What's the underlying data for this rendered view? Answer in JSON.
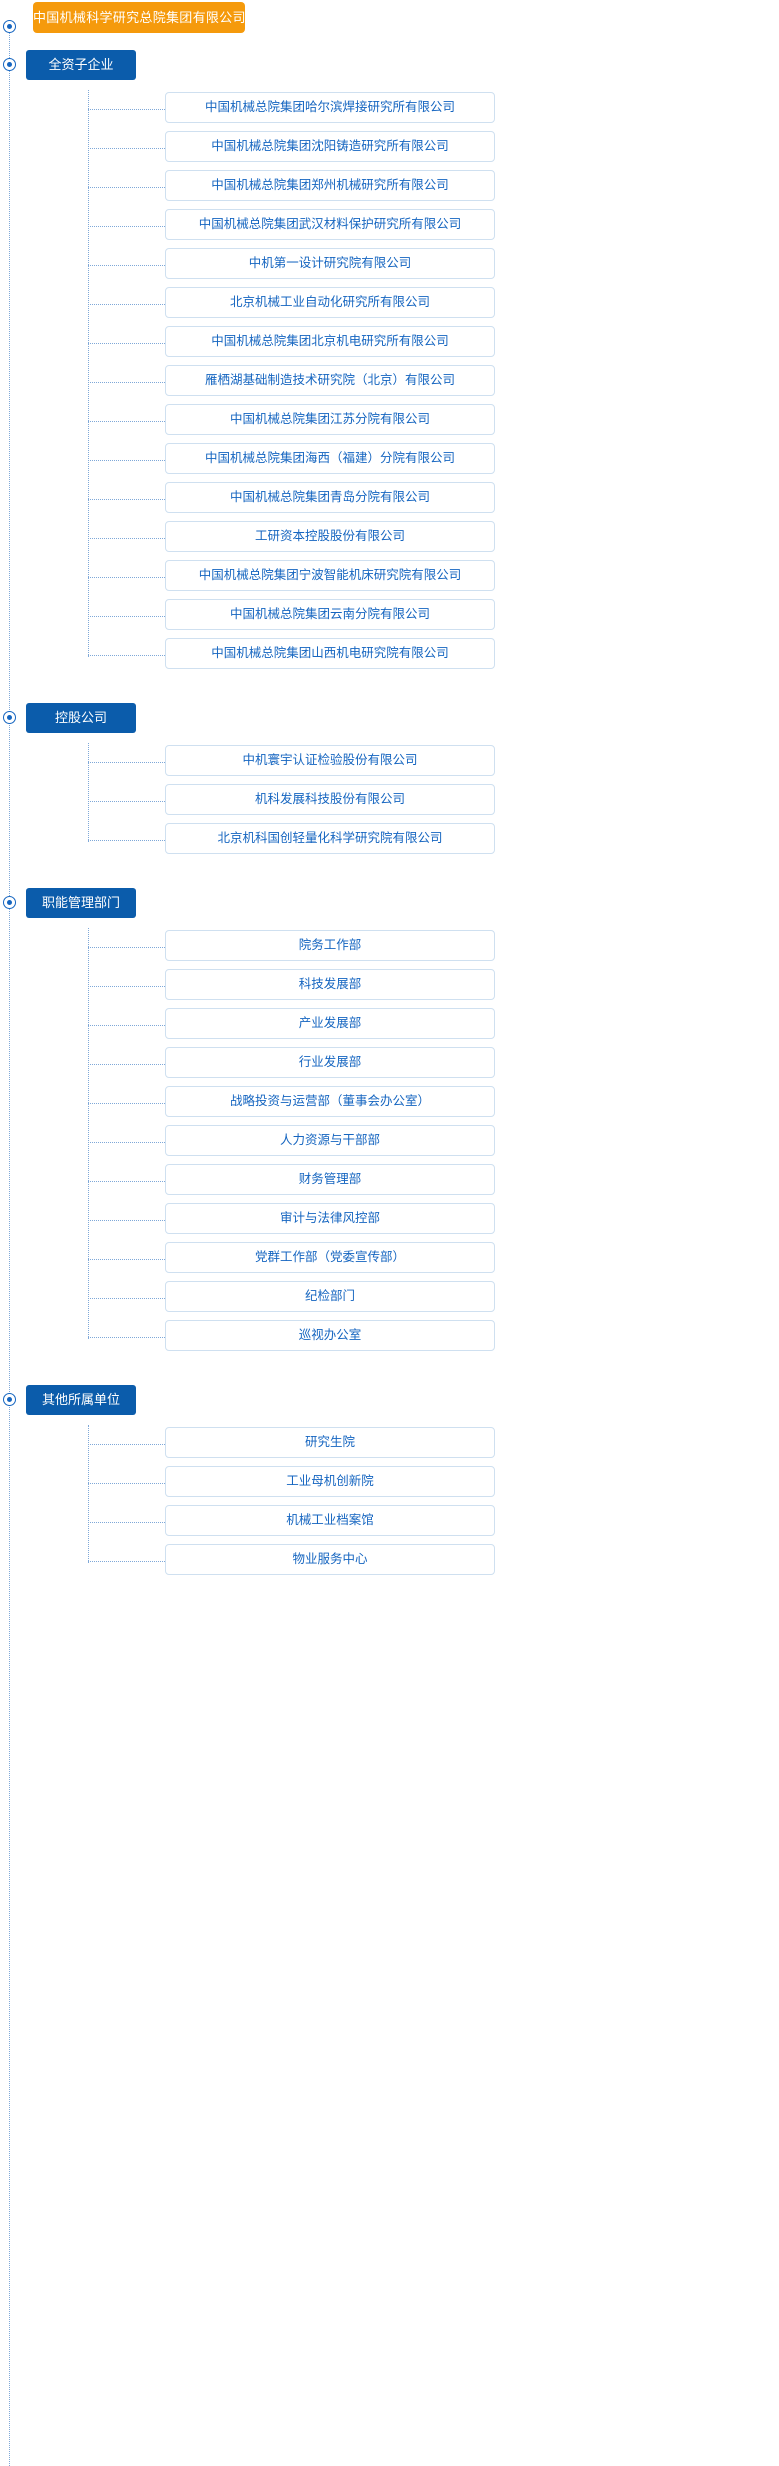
{
  "root": {
    "label": "中国机械科学研究总院集团有限公司",
    "accent_color": "#f59a0c"
  },
  "theme": {
    "group_color": "#0b5cab",
    "item_text_color": "#1565c0",
    "item_border_color": "#cfe0f0",
    "connector_color": "#7fa8d8"
  },
  "groups": [
    {
      "label": "全资子企业",
      "items": [
        "中国机械总院集团哈尔滨焊接研究所有限公司",
        "中国机械总院集团沈阳铸造研究所有限公司",
        "中国机械总院集团郑州机械研究所有限公司",
        "中国机械总院集团武汉材料保护研究所有限公司",
        "中机第一设计研究院有限公司",
        "北京机械工业自动化研究所有限公司",
        "中国机械总院集团北京机电研究所有限公司",
        "雁栖湖基础制造技术研究院（北京）有限公司",
        "中国机械总院集团江苏分院有限公司",
        "中国机械总院集团海西（福建）分院有限公司",
        "中国机械总院集团青岛分院有限公司",
        "工研资本控股股份有限公司",
        "中国机械总院集团宁波智能机床研究院有限公司",
        "中国机械总院集团云南分院有限公司",
        "中国机械总院集团山西机电研究院有限公司"
      ]
    },
    {
      "label": "控股公司",
      "items": [
        "中机寰宇认证检验股份有限公司",
        "机科发展科技股份有限公司",
        "北京机科国创轻量化科学研究院有限公司"
      ]
    },
    {
      "label": "职能管理部门",
      "items": [
        "院务工作部",
        "科技发展部",
        "产业发展部",
        "行业发展部",
        "战略投资与运营部（董事会办公室）",
        "人力资源与干部部",
        "财务管理部",
        "审计与法律风控部",
        "党群工作部（党委宣传部）",
        "纪检部门",
        "巡视办公室"
      ]
    },
    {
      "label": "其他所属单位",
      "items": [
        "研究生院",
        "工业母机创新院",
        "机械工业档案馆",
        "物业服务中心"
      ]
    }
  ]
}
